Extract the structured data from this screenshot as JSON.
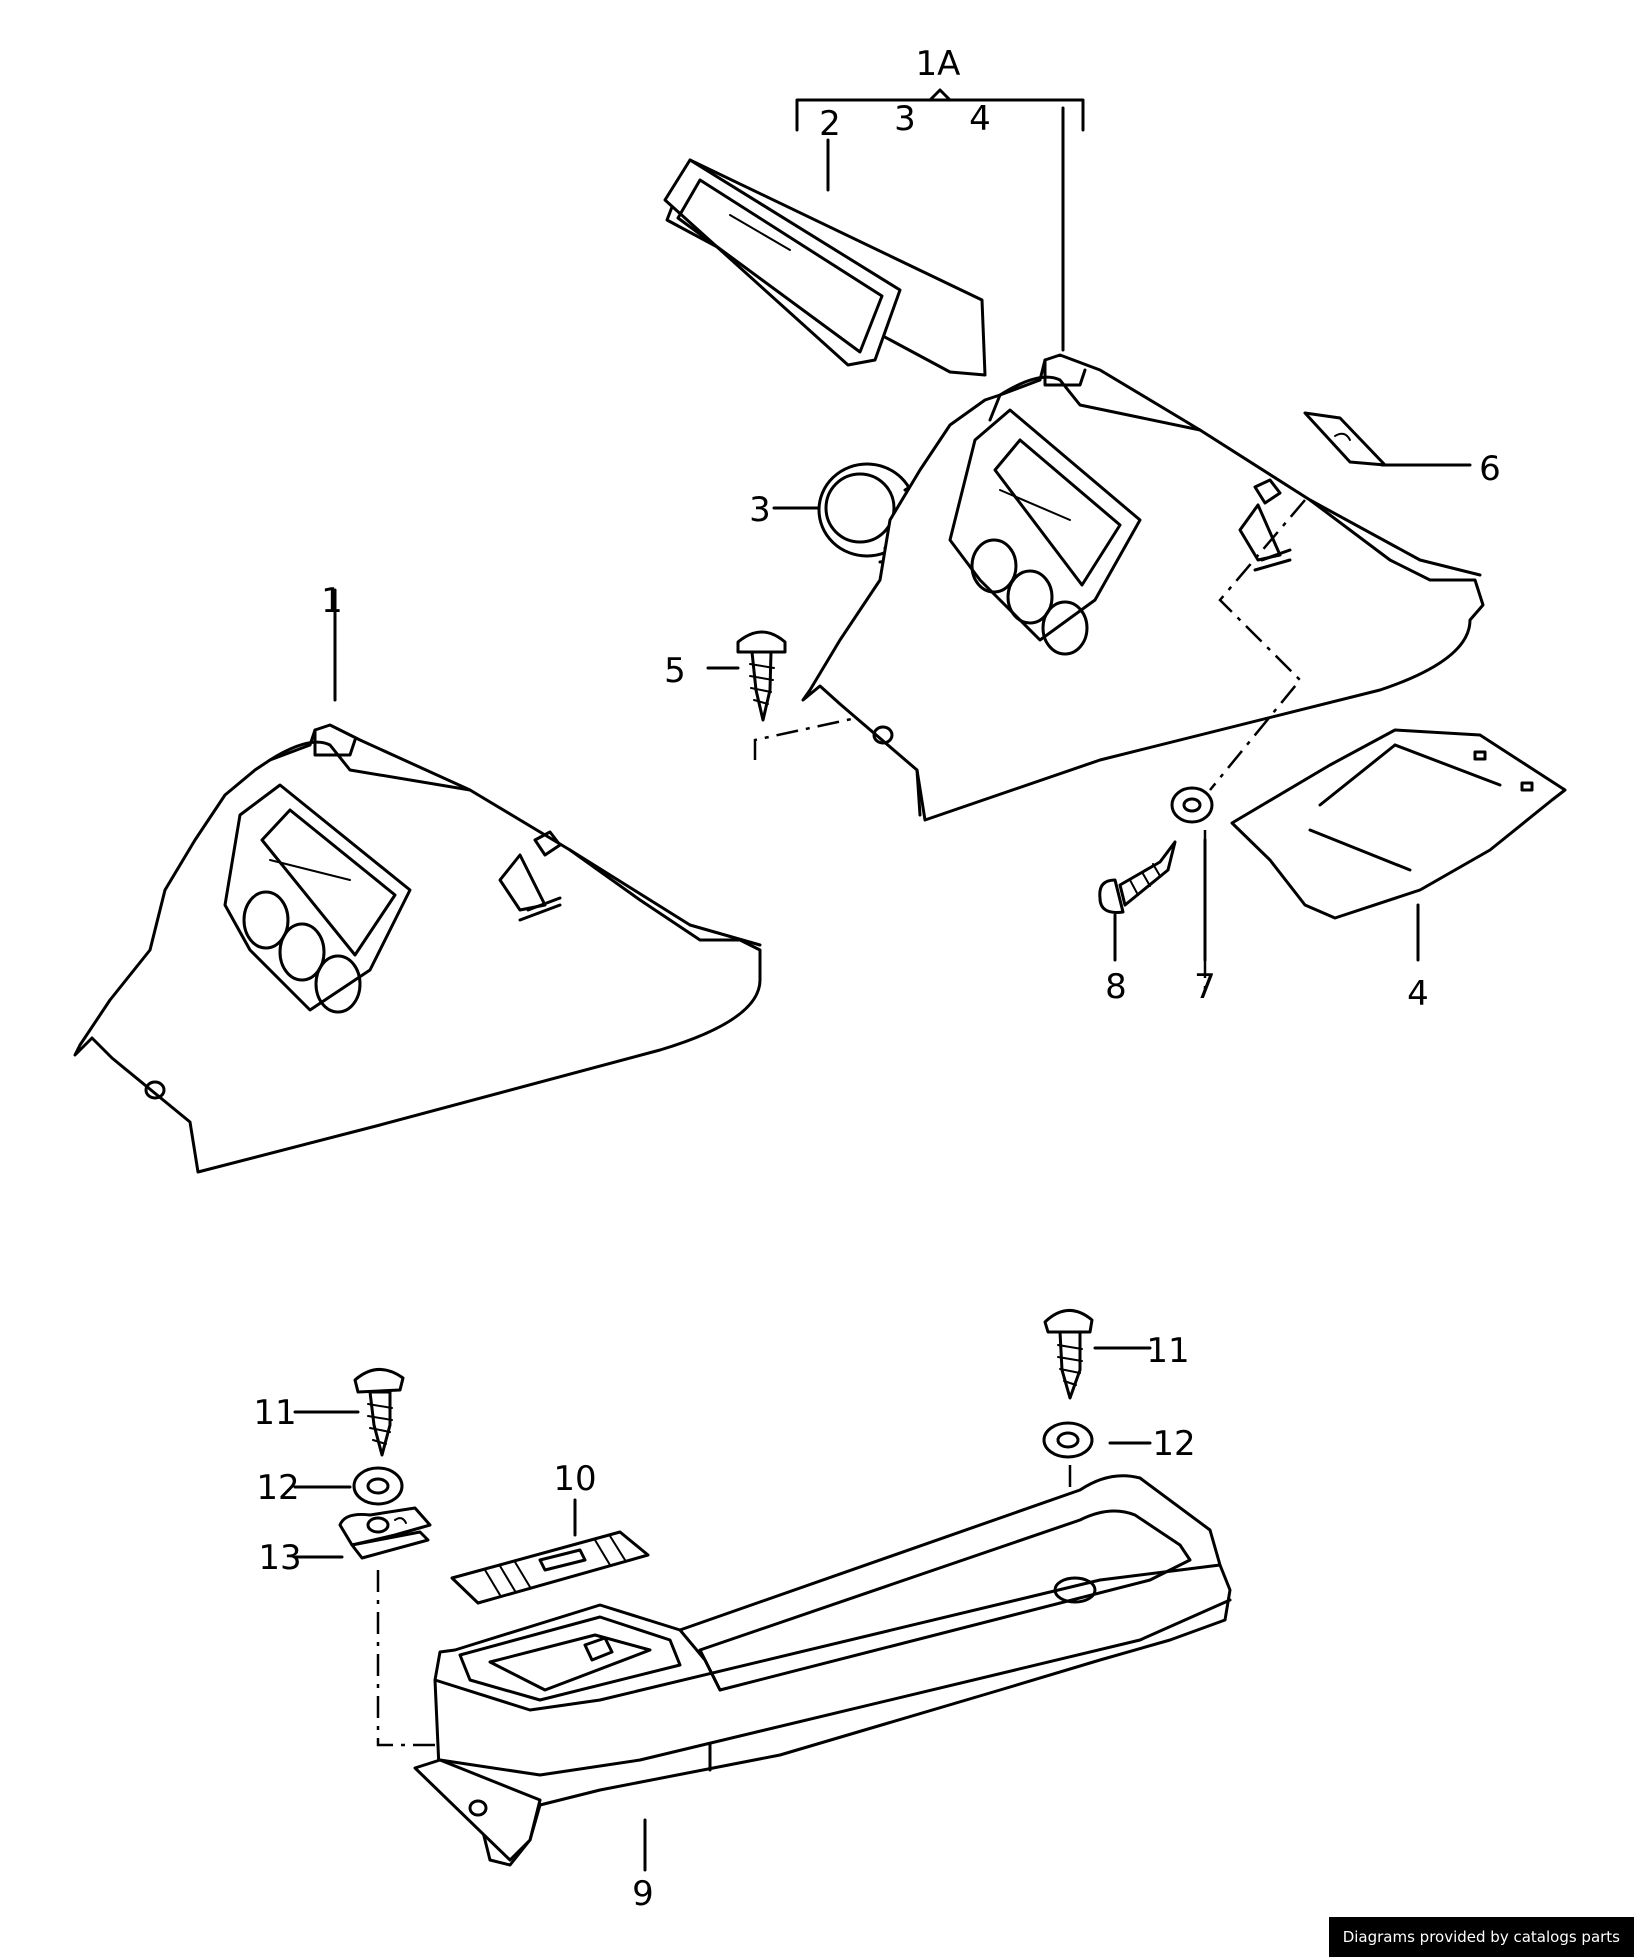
{
  "callouts": {
    "c1": "1",
    "c1a": "1A",
    "c2": "2",
    "c3_top": "3",
    "c4_top": "4",
    "c3": "3",
    "c4": "4",
    "c5": "5",
    "c6": "6",
    "c7": "7",
    "c8": "8",
    "c9": "9",
    "c10": "10",
    "c11_left": "11",
    "c11_right": "11",
    "c12_left": "12",
    "c12_right": "12",
    "c13": "13"
  },
  "credit": "Diagrams provided by catalogs parts"
}
